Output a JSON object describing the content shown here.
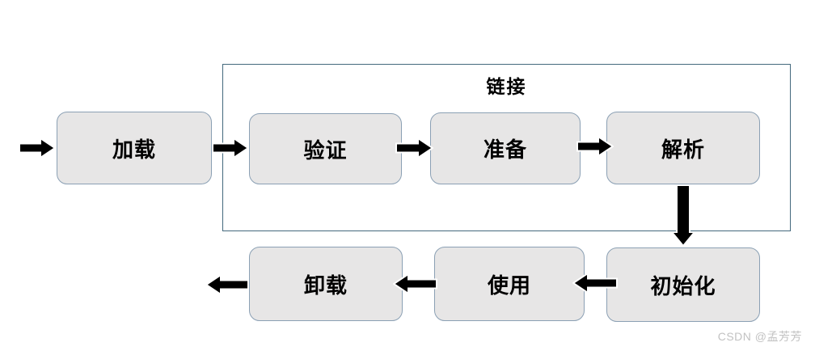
{
  "diagram": {
    "description": "class lifecycle flow diagram",
    "group": {
      "label": "链接",
      "contains": [
        "verify",
        "prepare",
        "resolve"
      ]
    },
    "nodes": [
      {
        "id": "load",
        "label": "加载"
      },
      {
        "id": "verify",
        "label": "验证"
      },
      {
        "id": "prepare",
        "label": "准备"
      },
      {
        "id": "resolve",
        "label": "解析"
      },
      {
        "id": "initialize",
        "label": "初始化"
      },
      {
        "id": "use",
        "label": "使用"
      },
      {
        "id": "unload",
        "label": "卸载"
      }
    ],
    "edges": [
      {
        "from": "start",
        "to": "load",
        "direction": "right"
      },
      {
        "from": "load",
        "to": "verify",
        "direction": "right"
      },
      {
        "from": "verify",
        "to": "prepare",
        "direction": "right"
      },
      {
        "from": "prepare",
        "to": "resolve",
        "direction": "right"
      },
      {
        "from": "resolve",
        "to": "initialize",
        "direction": "down"
      },
      {
        "from": "initialize",
        "to": "use",
        "direction": "left"
      },
      {
        "from": "use",
        "to": "unload",
        "direction": "left"
      },
      {
        "from": "unload",
        "to": "end",
        "direction": "left"
      }
    ],
    "colors": {
      "node_fill": "#e7e6e6",
      "node_border": "#8ba0b4",
      "group_border": "#44697d",
      "arrow": "#000000",
      "arrow_outline": "#ffffff",
      "watermark": "#c2c2c2"
    }
  },
  "watermark": {
    "text": "CSDN @孟芳芳"
  }
}
